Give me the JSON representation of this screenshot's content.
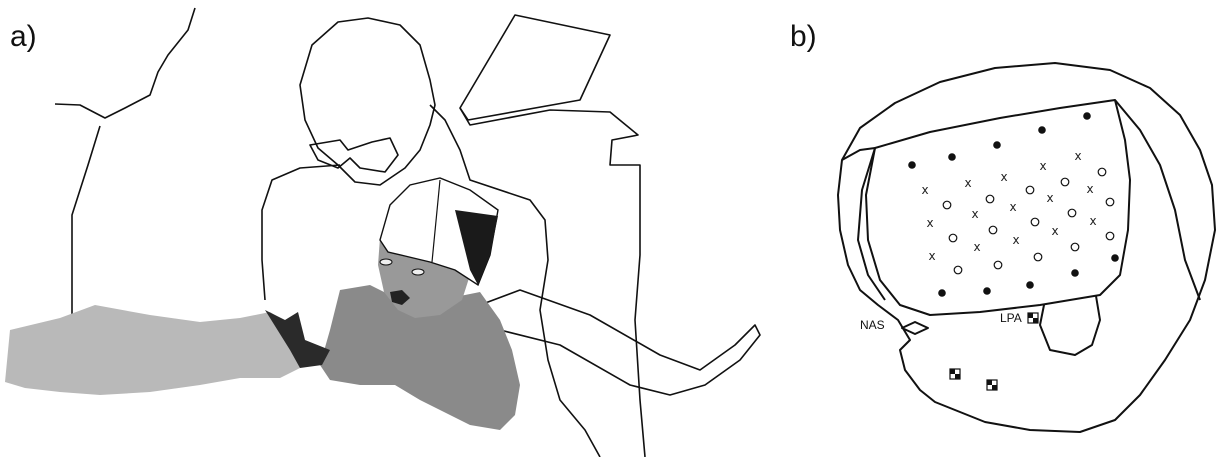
{
  "panels": {
    "a": {
      "label": "a)"
    },
    "b": {
      "label": "b)"
    }
  },
  "head_diagram": {
    "labels": {
      "nasion": "NAS",
      "preauricular": "LPA"
    },
    "sensor_symbols": {
      "filled": "●",
      "open": "○",
      "cross": "x",
      "marker": "checkerboard-marker"
    }
  }
}
